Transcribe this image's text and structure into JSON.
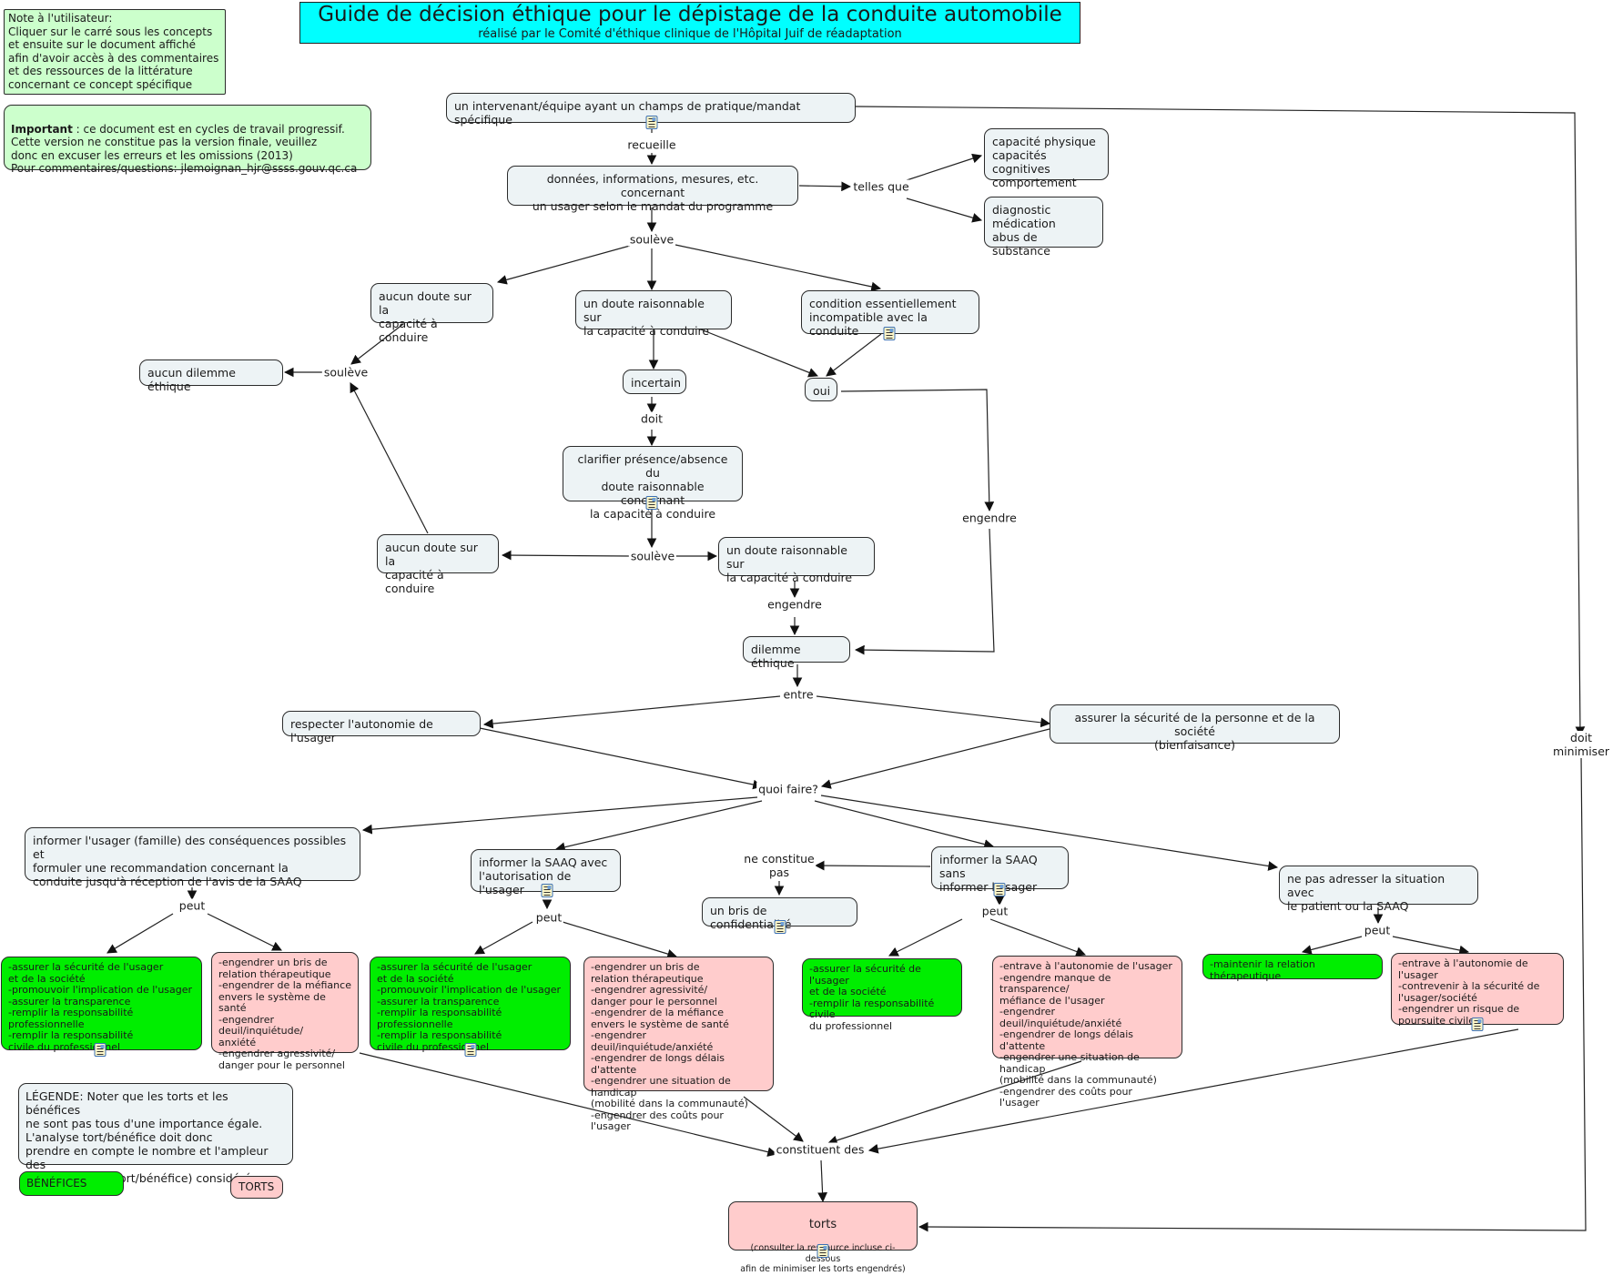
{
  "header": {
    "title": "Guide de décision éthique pour le dépistage de la conduite automobile",
    "subtitle": "réalisé par le Comité d'éthique clinique de l'Hôpital Juif de réadaptation"
  },
  "notes": {
    "user_note": "Note à l'utilisateur:\nCliquer sur le carré sous les concepts\net ensuite sur le document affiché\nafin d'avoir accès à des commentaires\net des ressources de la littérature\nconcernant ce concept spécifique",
    "important_bold": "Important",
    "important_text": " : ce document est en cycles de travail progressif.\nCette version ne constitue pas la version finale, veuillez\ndonc en excuser les erreurs et les omissions (2013)\nPour commentaires/questions: jlemoignan_hjr@ssss.gouv.qc.ca"
  },
  "colors": {
    "title_bg": "#00ffff",
    "concept_bg": "#edf3f5",
    "benefit_bg": "#00ee00",
    "harm_bg": "#ffcccc",
    "note_bg": "#ccffcc"
  },
  "concepts": {
    "intervenant": "un intervenant/équipe ayant un champs de pratique/mandat spécifique",
    "donnees": "données, informations, mesures, etc. concernant\nun usager selon le mandat du programme",
    "capacites": "capacité physique\ncapacités cognitives\ncomportement",
    "diagnostic": "diagnostic\nmédication\nabus de substance",
    "aucun_doute_1": "aucun doute sur la\ncapacité à conduire",
    "doute_raisonnable_1": "un doute raisonnable sur\nla capacité à conduire",
    "condition_incompatible": "condition essentiellement\nincompatible avec la conduite",
    "aucun_dilemme": "aucun dilemme éthique",
    "incertain": "incertain",
    "oui": "oui",
    "clarifier": "clarifier présence/absence du\ndoute raisonnable concernant\nla capacité à conduire",
    "aucun_doute_2": "aucun doute sur la\ncapacité à conduire",
    "doute_raisonnable_2": "un doute raisonnable sur\nla capacité à conduire",
    "dilemme": "dilemme éthique",
    "autonomie": "respecter l'autonomie de l'usager",
    "securite": "assurer la sécurité de la personne et de la société\n(bienfaisance)",
    "option_informer_usager": "informer l'usager (famille) des conséquences possibles et\nformuler une recommandation concernant la\nconduite jusqu'à réception de l'avis de la SAAQ",
    "option_saaq_avec": "informer la SAAQ avec\nl'autorisation de l'usager",
    "bris_confidentialite": "un bris de confidentialité",
    "option_saaq_sans": "informer la SAAQ sans\ninformer l'usager",
    "option_ne_pas_adresser": "ne pas adresser la situation avec\nle patient ou la SAAQ",
    "torts_title": "torts",
    "torts_sub": "(consulter la ressource incluse ci-dessous\nafin de minimiser les torts engendrés)"
  },
  "outcomes": {
    "benefits_1": "-assurer la sécurité de l'usager\net de la société\n-promouvoir l'implication de l'usager\n-assurer la transparence\n-remplir la responsabilité professionnelle\n-remplir la responsabilité\ncivile du professionnel",
    "harms_1": "-engendrer un bris de\nrelation thérapeutique\n-engendrer de la méfiance\nenvers le système de santé\n-engendrer deuil/inquiétude/\nanxiété\n-engendrer agressivité/\ndanger pour le personnel",
    "benefits_2": "-assurer la sécurité de l'usager\net de la société\n-promouvoir l'implication de l'usager\n-assurer la transparence\n-remplir la responsabilité professionnelle\n-remplir la responsabilité\ncivile du professionnel",
    "harms_2": "-engendrer un bris de\nrelation thérapeutique\n-engendrer agressivité/\ndanger pour le personnel\n-engendrer de la méfiance\nenvers le système de santé\n-engendrer deuil/inquiétude/anxiété\n-engendrer de longs délais d'attente\n-engendrer une situation de handicap\n(mobilité dans la communauté)\n-engendrer des coûts pour l'usager",
    "benefits_3": "-assurer la sécurité de l'usager\net de la société\n-remplir la responsabilité civile\ndu professionnel",
    "harms_3": "-entrave à l'autonomie de l'usager\n-engendre manque de transparence/\nméfiance de l'usager\n-engendrer deuil/inquiétude/anxiété\n-engendrer de longs délais d'attente\n-engendrer une situation de handicap\n(mobilité dans la communauté)\n-engendrer des coûts pour l'usager",
    "benefits_4": "-maintenir la relation thérapeutique",
    "harms_4": "-entrave à l'autonomie de l'usager\n-contrevenir à la sécurité de\nl'usager/société\n-engendrer un risque de\npoursuite civile"
  },
  "links": {
    "recueille": "recueille",
    "telles_que": "telles que",
    "souleve_1": "soulève",
    "souleve_2": "soulève",
    "doit": "doit",
    "souleve_3": "soulève",
    "engendre_1": "engendre",
    "engendre_2": "engendre",
    "entre": "entre",
    "quoi_faire": "quoi faire?",
    "peut_1": "peut",
    "peut_2": "peut",
    "ne_constitue_pas": "ne constitue\npas",
    "peut_3": "peut",
    "peut_4": "peut",
    "constituent_des": "constituent des",
    "doit_minimiser": "doit minimiser"
  },
  "legend": {
    "text": "LÉGENDE: Noter que les torts et les bénéfices\nne sont pas tous d'une importance égale.\nL'analyse tort/bénéfice doit donc\nprendre en compte le nombre et l'ampleur des\nconséquences (tort/bénéfice) considérées.",
    "benefits_label": "BÉNÉFICES",
    "harms_label": "TORTS"
  }
}
